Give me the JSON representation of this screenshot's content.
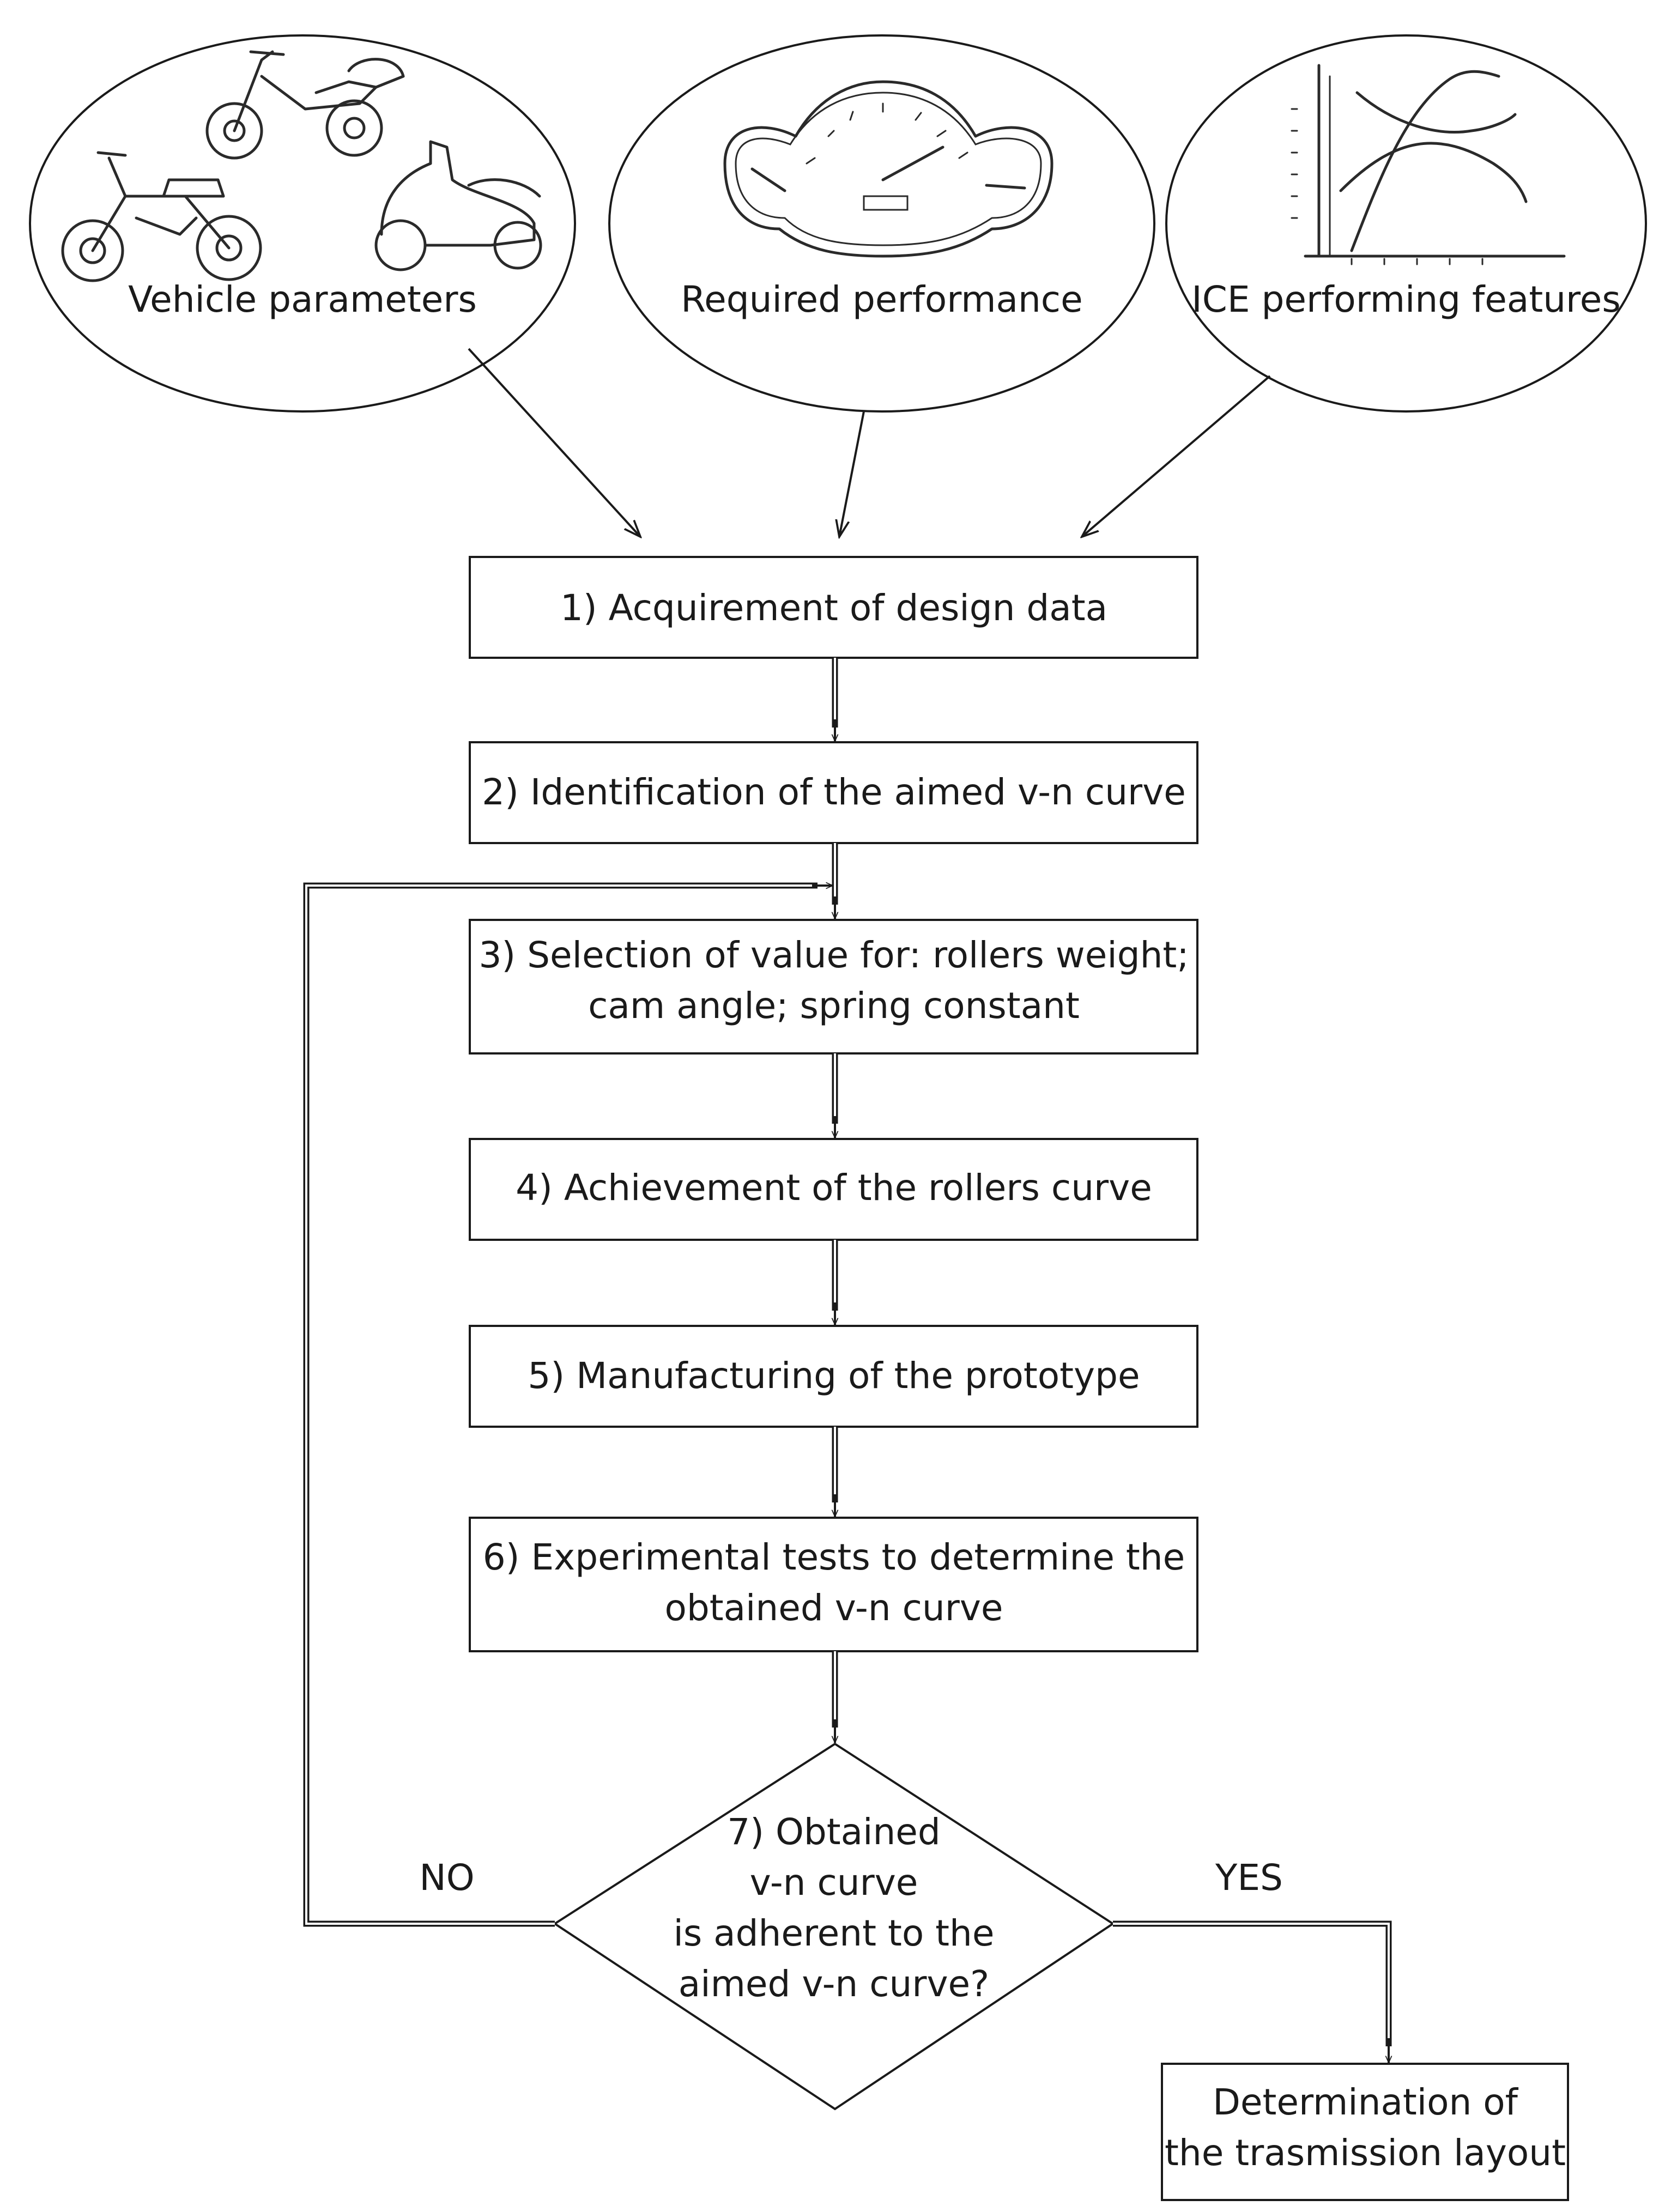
{
  "inputs": {
    "vehicle": "Vehicle parameters",
    "performance": "Required performance",
    "ice": "ICE performing features"
  },
  "steps": {
    "s1": "1) Acquirement of design data",
    "s2": "2) Identification of the aimed v-n curve",
    "s3_line1": "3) Selection of value for: rollers weight;",
    "s3_line2": "cam angle; spring constant",
    "s4": "4) Achievement of the rollers curve",
    "s5": "5) Manufacturing of the prototype",
    "s6_line1": "6) Experimental tests to determine the",
    "s6_line2": "obtained v-n curve"
  },
  "decision": {
    "line1": "7) Obtained",
    "line2": "v-n curve",
    "line3": "is adherent to the",
    "line4": "aimed v-n curve?",
    "no_label": "NO",
    "yes_label": "YES"
  },
  "result": {
    "line1": "Determination of",
    "line2": "the trasmission layout"
  }
}
